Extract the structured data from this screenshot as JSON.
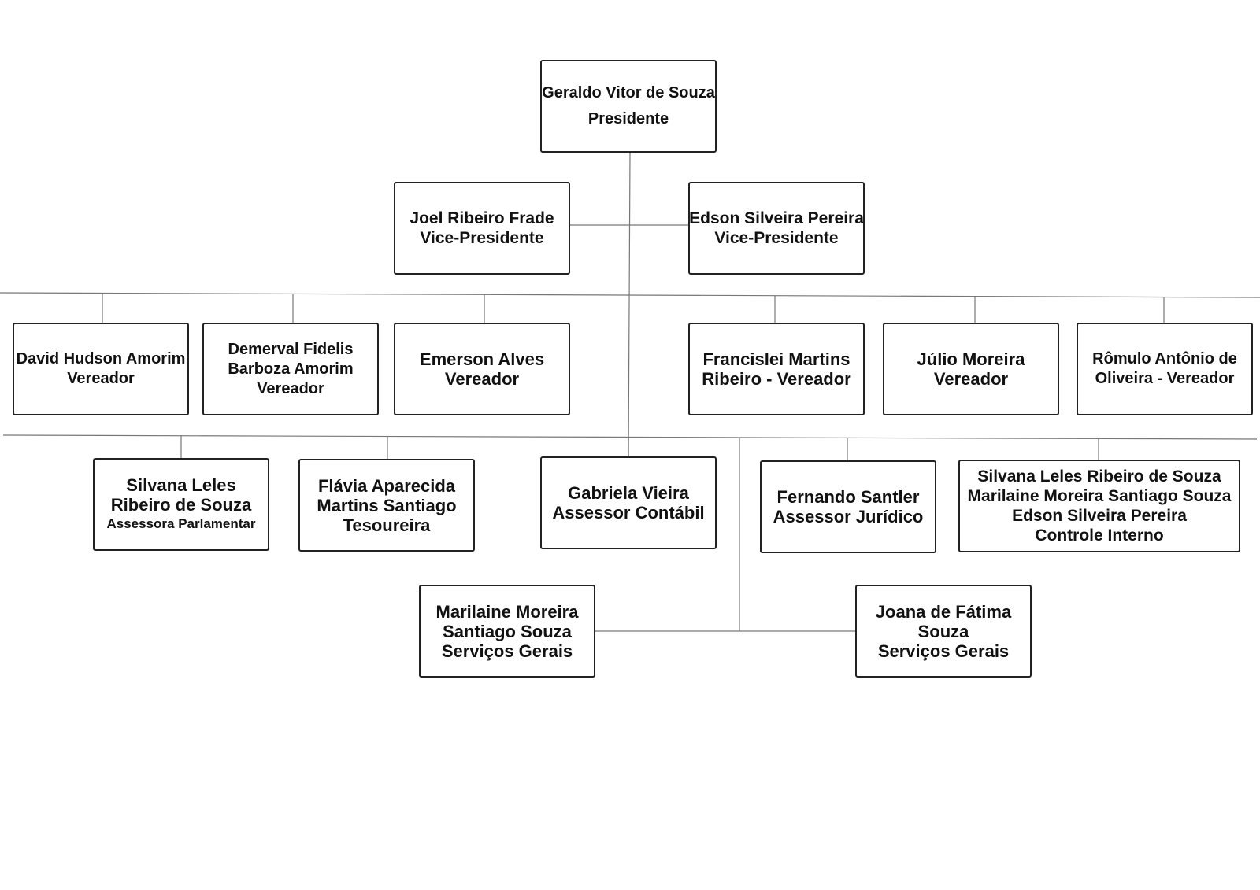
{
  "president": {
    "name": "Geraldo Vitor de Souza",
    "role": "Presidente"
  },
  "vice_presidents": [
    {
      "line1": "Joel Ribeiro Frade",
      "line2": "Vice-Presidente"
    },
    {
      "line1": "Edson Silveira Pereira",
      "line2": "Vice-Presidente"
    }
  ],
  "councilors": [
    {
      "line1": "David Hudson Amorim",
      "line2": "Vereador"
    },
    {
      "line1": "Demerval Fidelis",
      "line2": "Barboza Amorim",
      "line3": "Vereador"
    },
    {
      "line1": "Emerson Alves",
      "line2": "Vereador"
    },
    {
      "line1": "Francislei Martins",
      "line2": "Ribeiro - Vereador"
    },
    {
      "line1": "Júlio Moreira",
      "line2": "Vereador"
    },
    {
      "line1": "Rômulo Antônio de",
      "line2": "Oliveira - Vereador"
    }
  ],
  "staff": [
    {
      "line1": "Silvana Leles",
      "line2": "Ribeiro de Souza",
      "line3": "Assessora Parlamentar"
    },
    {
      "line1": "Flávia Aparecida",
      "line2": "Martins Santiago",
      "line3": "Tesoureira"
    },
    {
      "line1": "Gabriela Vieira",
      "line2": "Assessor Contábil"
    },
    {
      "line1": "Fernando Santler",
      "line2": "Assessor Jurídico"
    },
    {
      "line1": "Silvana Leles Ribeiro de Souza",
      "line2": "Marilaine Moreira Santiago Souza",
      "line3": "Edson Silveira Pereira",
      "line4": "Controle Interno"
    }
  ],
  "general_services": [
    {
      "line1": "Marilaine Moreira",
      "line2": "Santiago Souza",
      "line3": "Serviços Gerais"
    },
    {
      "line1": "Joana de Fátima",
      "line2": "Souza",
      "line3": "Serviços Gerais"
    }
  ]
}
